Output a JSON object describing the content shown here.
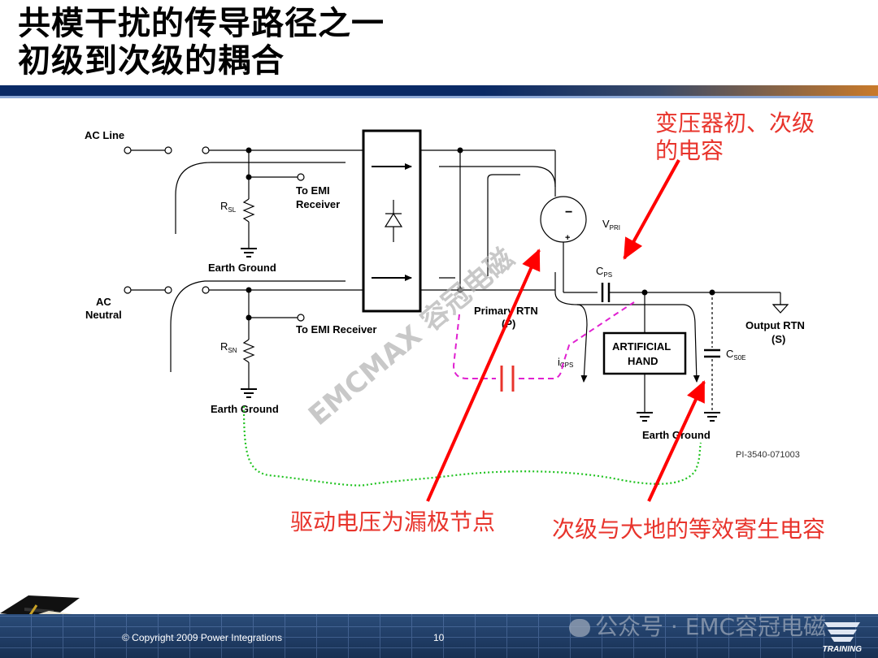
{
  "title": {
    "line1": "共模干扰的传导路径之一",
    "line2": "初级到次级的耦合"
  },
  "diagram": {
    "ac_line": "AC Line",
    "ac_neutral_1": "AC",
    "ac_neutral_2": "Neutral",
    "rsl": "R",
    "rsl_sub": "SL",
    "rsn": "R",
    "rsn_sub": "SN",
    "to_emi_1": "To EMI",
    "to_emi_2": "Receiver",
    "to_emi_receiver": "To EMI Receiver",
    "earth_ground_1": "Earth Ground",
    "earth_ground_2": "Earth Ground",
    "earth_ground_3": "Earth Ground",
    "vpri": "V",
    "vpri_sub": "PRI",
    "vminus": "−",
    "vplus": "+",
    "cps": "C",
    "cps_sub": "PS",
    "icps": "i",
    "icps_sub": "CPS",
    "primary_rtn_1": "Primary RTN",
    "primary_rtn_2": "(P)",
    "output_rtn_1": "Output RTN",
    "output_rtn_2": "(S)",
    "artificial_1": "ARTIFICIAL",
    "artificial_2": "HAND",
    "cs0e": "C",
    "cs0e_sub": "S0E",
    "figure_id": "PI-3540-071003",
    "watermark": "EMCMAX 容冠电磁"
  },
  "annotations": {
    "transformer_cap_1": "变压器初、次级",
    "transformer_cap_2": "的电容",
    "drive_voltage": "驱动电压为漏极节点",
    "secondary_cap": "次级与大地的等效寄生电容"
  },
  "footer": {
    "copyright": "© Copyright 2009 Power Integrations",
    "page": "10",
    "wechat": "公众号 · EMC容冠电磁",
    "training": "TRAINING"
  },
  "colors": {
    "annotation_red": "#e8342c",
    "arrow_red": "#ff0000",
    "magenta_path": "#e020d0",
    "green_path": "#22c322",
    "title_bar": "#0a2a66"
  }
}
